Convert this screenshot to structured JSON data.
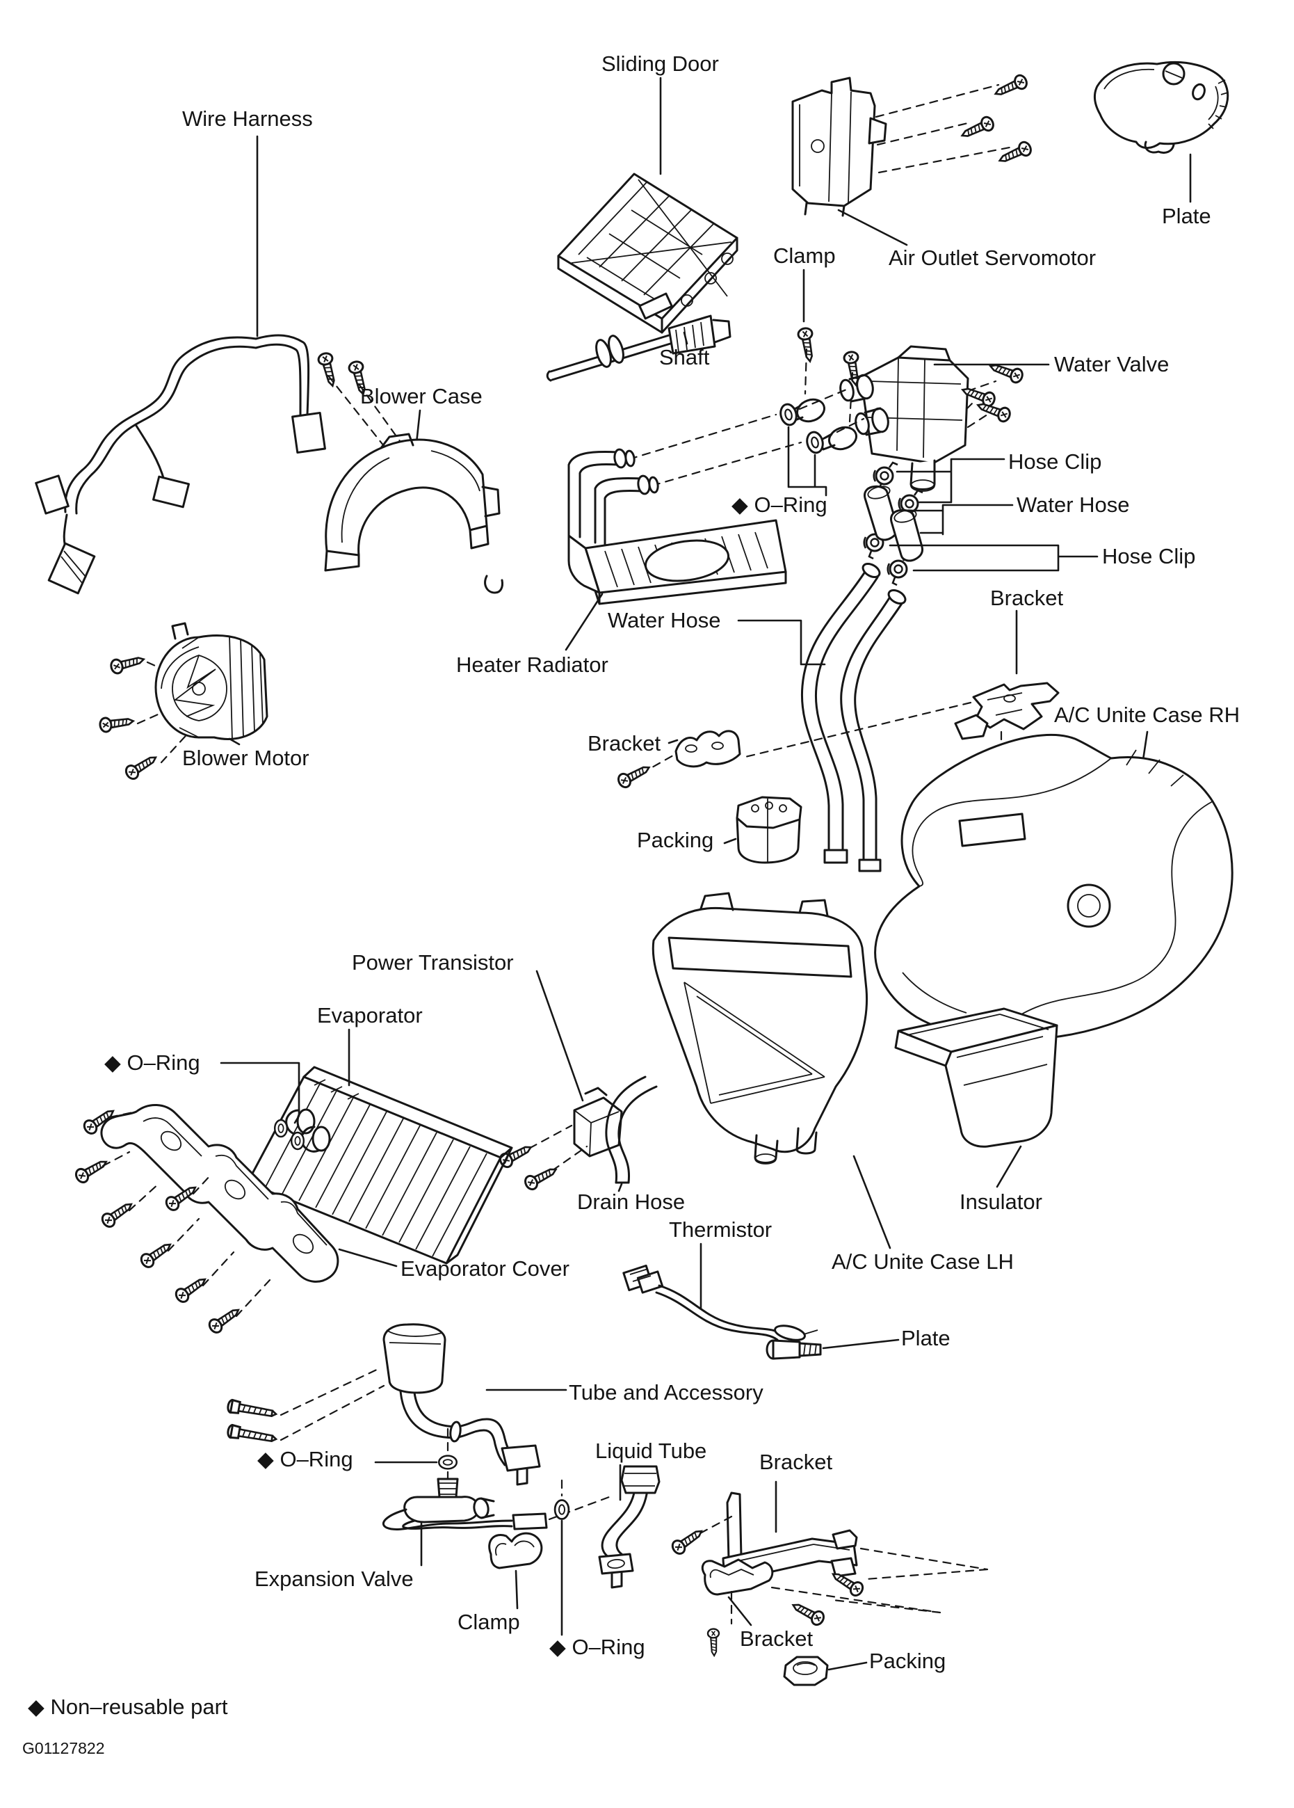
{
  "figure": {
    "id": "G01127822",
    "legend": "◆ Non–reusable part"
  },
  "labels": [
    {
      "id": "wire-harness",
      "text": "Wire Harness"
    },
    {
      "id": "sliding-door",
      "text": "Sliding Door"
    },
    {
      "id": "clamp-top",
      "text": "Clamp"
    },
    {
      "id": "air-outlet-servomotor",
      "text": "Air Outlet Servomotor"
    },
    {
      "id": "plate-top",
      "text": "Plate"
    },
    {
      "id": "shaft",
      "text": "Shaft"
    },
    {
      "id": "water-valve",
      "text": "Water Valve"
    },
    {
      "id": "blower-case",
      "text": "Blower Case"
    },
    {
      "id": "hose-clip-1",
      "text": "Hose Clip"
    },
    {
      "id": "o-ring-1",
      "text": "◆ O–Ring"
    },
    {
      "id": "water-hose-1",
      "text": "Water Hose"
    },
    {
      "id": "hose-clip-2",
      "text": "Hose Clip"
    },
    {
      "id": "water-hose-2",
      "text": "Water Hose"
    },
    {
      "id": "bracket-1",
      "text": "Bracket"
    },
    {
      "id": "heater-radiator",
      "text": "Heater Radiator"
    },
    {
      "id": "ac-unite-case-rh",
      "text": "A/C Unite Case RH"
    },
    {
      "id": "bracket-2",
      "text": "Bracket"
    },
    {
      "id": "blower-motor",
      "text": "Blower Motor"
    },
    {
      "id": "packing-1",
      "text": "Packing"
    },
    {
      "id": "power-transistor",
      "text": "Power Transistor"
    },
    {
      "id": "evaporator",
      "text": "Evaporator"
    },
    {
      "id": "o-ring-2",
      "text": "◆ O–Ring"
    },
    {
      "id": "drain-hose",
      "text": "Drain Hose"
    },
    {
      "id": "thermistor",
      "text": "Thermistor"
    },
    {
      "id": "insulator",
      "text": "Insulator"
    },
    {
      "id": "ac-unite-case-lh",
      "text": "A/C Unite Case LH"
    },
    {
      "id": "evaporator-cover",
      "text": "Evaporator Cover"
    },
    {
      "id": "plate-bottom",
      "text": "Plate"
    },
    {
      "id": "tube-and-accessory",
      "text": "Tube and Accessory"
    },
    {
      "id": "liquid-tube",
      "text": "Liquid Tube"
    },
    {
      "id": "o-ring-3",
      "text": "◆ O–Ring"
    },
    {
      "id": "bracket-3",
      "text": "Bracket"
    },
    {
      "id": "expansion-valve",
      "text": "Expansion Valve"
    },
    {
      "id": "clamp-bottom",
      "text": "Clamp"
    },
    {
      "id": "o-ring-4",
      "text": "◆ O–Ring"
    },
    {
      "id": "bracket-4",
      "text": "Bracket"
    },
    {
      "id": "packing-2",
      "text": "Packing"
    }
  ]
}
